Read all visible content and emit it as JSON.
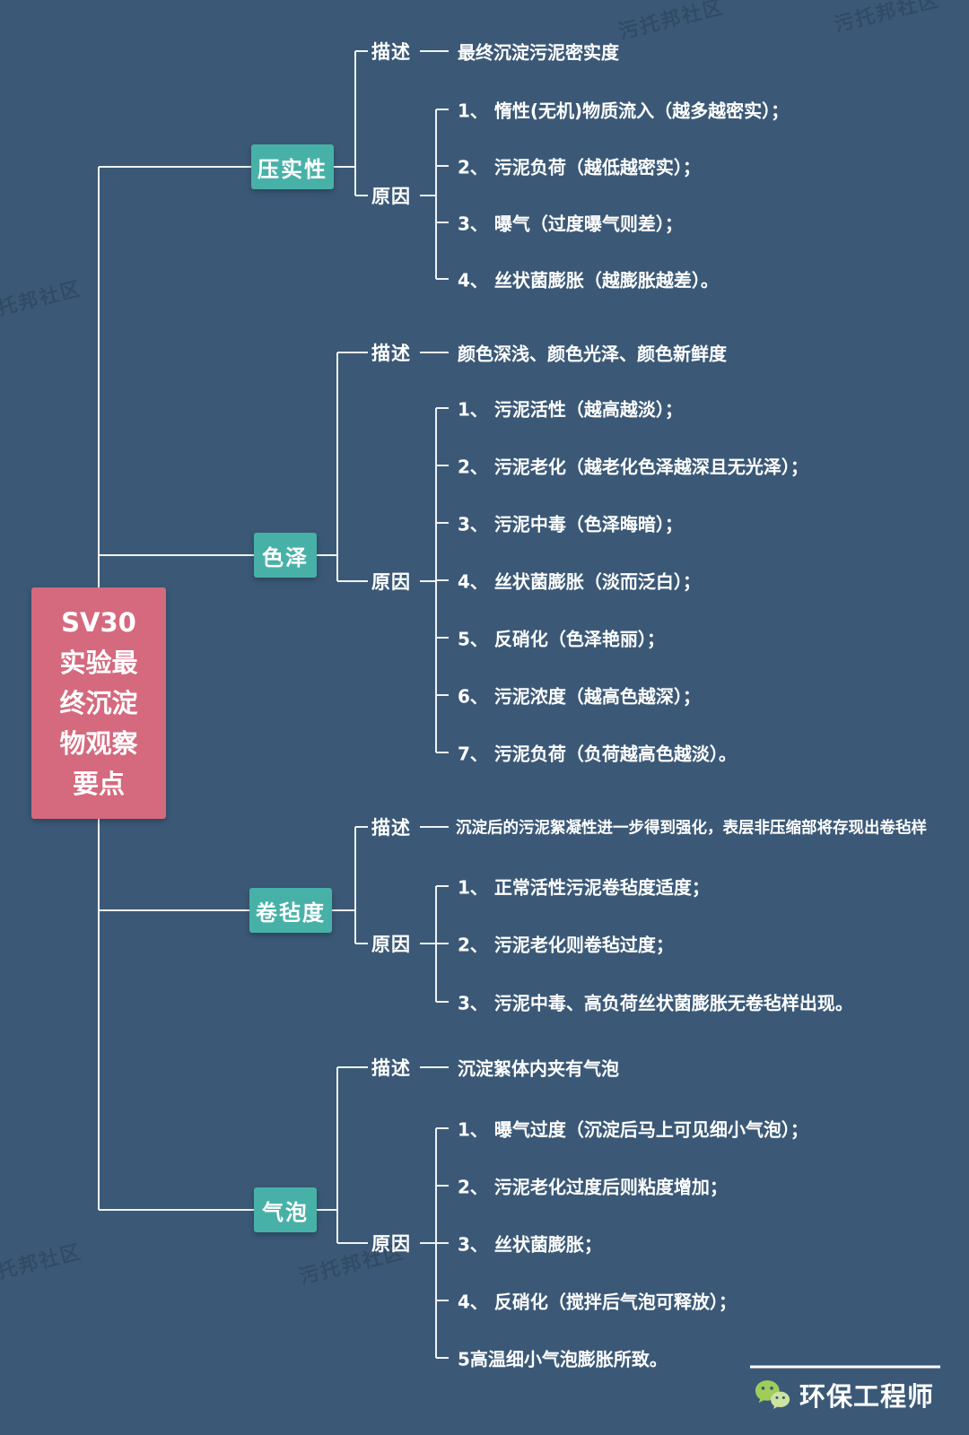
{
  "root": {
    "lines": [
      "SV30",
      "实验最",
      "终沉淀",
      "物观察",
      "要点"
    ]
  },
  "labels": {
    "desc": "描述",
    "cause": "原因"
  },
  "branches": [
    {
      "label": "压实性",
      "description": "最终沉淀污泥密实度",
      "causes": [
        "1、 惰性(无机)物质流入（越多越密实）；",
        "2、 污泥负荷（越低越密实）；",
        "3、 曝气（过度曝气则差）；",
        "4、 丝状菌膨胀（越膨胀越差）。"
      ]
    },
    {
      "label": "色泽",
      "description": "颜色深浅、颜色光泽、颜色新鲜度",
      "causes": [
        "1、 污泥活性（越高越淡）；",
        "2、 污泥老化（越老化色泽越深且无光泽）；",
        "3、 污泥中毒（色泽晦暗）；",
        "4、 丝状菌膨胀（淡而泛白）；",
        "5、 反硝化（色泽艳丽）；",
        "6、 污泥浓度（越高色越深）；",
        "7、 污泥负荷（负荷越高色越淡）。"
      ]
    },
    {
      "label": "卷毡度",
      "description": "沉淀后的污泥絮凝性进一步得到强化，表层非压缩部将存现出卷毡样",
      "causes": [
        "1、 正常活性污泥卷毡度适度；",
        "2、 污泥老化则卷毡过度；",
        "3、 污泥中毒、高负荷丝状菌膨胀无卷毡样出现。"
      ]
    },
    {
      "label": "气泡",
      "description": "沉淀絮体内夹有气泡",
      "causes": [
        "1、 曝气过度（沉淀后马上可见细小气泡）；",
        "2、 污泥老化过度后则粘度增加；",
        "3、 丝状菌膨胀；",
        "4、 反硝化（搅拌后气泡可释放）；",
        "5高温细小气泡膨胀所致。"
      ]
    }
  ],
  "watermark": "污托邦社区",
  "footer": {
    "brand": "环保工程师",
    "icon": "wechat-icon"
  },
  "colors": {
    "background": "#3b5977",
    "root_node": "#d5697e",
    "branch_node": "#48b1a7",
    "line": "#eef3f6",
    "text": "#ffffff"
  }
}
